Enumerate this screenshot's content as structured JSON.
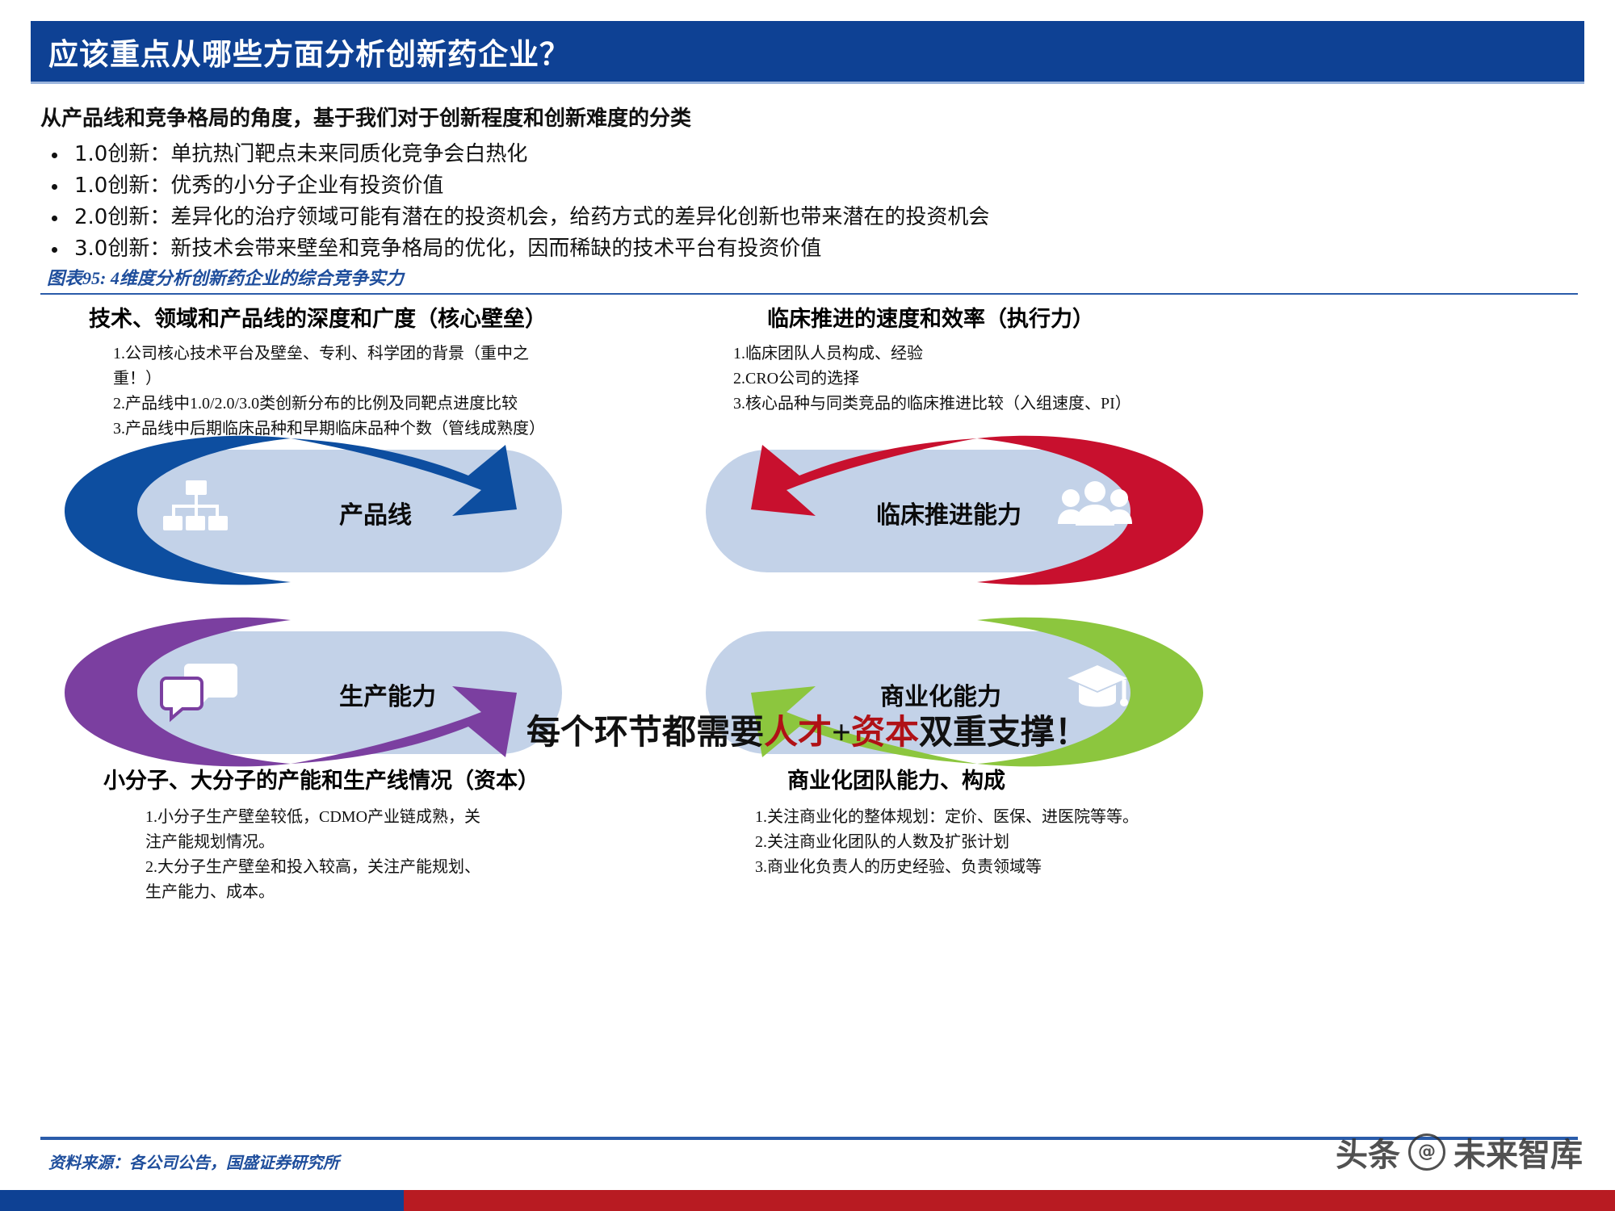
{
  "header": {
    "title": "应该重点从哪些方面分析创新药企业？",
    "bar_color": "#0e4194"
  },
  "intro": {
    "lead": "从产品线和竞争格局的角度，基于我们对于创新程度和创新难度的分类",
    "bullets": [
      "1.0创新：单抗热门靶点未来同质化竞争会白热化",
      "1.0创新：优秀的小分子企业有投资价值",
      "2.0创新：差异化的治疗领域可能有潜在的投资机会，给药方式的差异化创新也带来潜在的投资机会",
      "3.0创新：新技术会带来壁垒和竞争格局的优化，因而稀缺的技术平台有投资价值"
    ]
  },
  "figure": {
    "caption": "图表95: 4维度分析创新药企业的综合竞争实力",
    "caption_color": "#1f4e9c"
  },
  "chart_data": {
    "type": "diagram",
    "title": "4维度分析创新药企业的综合竞争实力",
    "center_note": {
      "prefix": "每个环节都需要",
      "highlight1": "人才",
      "plus": "+",
      "highlight2": "资本",
      "suffix": "双重支撑！",
      "highlight_color": "#b01116"
    },
    "quadrants": [
      {
        "key": "product-line",
        "heading": "技术、领域和产品线的深度和广度（核心壁垒）",
        "label": "产品线",
        "color": "#0d4ea0",
        "icon": "org-chart-icon",
        "points": [
          "1.公司核心技术平台及壁垒、专利、科学团的背景（重中之",
          "重！）",
          "2.产品线中1.0/2.0/3.0类创新分布的比例及同靶点进度比较",
          "3.产品线中后期临床品种和早期临床品种个数（管线成熟度）"
        ]
      },
      {
        "key": "clinical",
        "heading": "临床推进的速度和效率（执行力）",
        "label": "临床推进能力",
        "color": "#c8102e",
        "icon": "people-group-icon",
        "points": [
          "1.临床团队人员构成、经验",
          "2.CRO公司的选择",
          "3.核心品种与同类竞品的临床推进比较（入组速度、PI）"
        ]
      },
      {
        "key": "manufacturing",
        "heading": "小分子、大分子的产能和生产线情况（资本）",
        "label": "生产能力",
        "color": "#7b3fa0",
        "icon": "chat-bubbles-icon",
        "points": [
          "1.小分子生产壁垒较低，CDMO产业链成熟，关",
          "注产能规划情况。",
          "2.大分子生产壁垒和投入较高，关注产能规划、",
          "生产能力、成本。"
        ]
      },
      {
        "key": "commercialization",
        "heading": "商业化团队能力、构成",
        "label": "商业化能力",
        "color": "#8cc63e",
        "icon": "graduation-cap-icon",
        "points": [
          "1.关注商业化的整体规划：定价、医保、进医院等等。",
          "2.关注商业化团队的人数及扩张计划",
          "3.商业化负责人的历史经验、负责领域等"
        ]
      }
    ],
    "pill_color": "#c3d2e8"
  },
  "footer": {
    "source": "资料来源：各公司公告，国盛证券研究所",
    "watermark_prefix": "头条",
    "watermark_logo": "@",
    "watermark_text": "未来智库",
    "bar_blue": "#0e4194",
    "bar_red": "#b81b22"
  }
}
